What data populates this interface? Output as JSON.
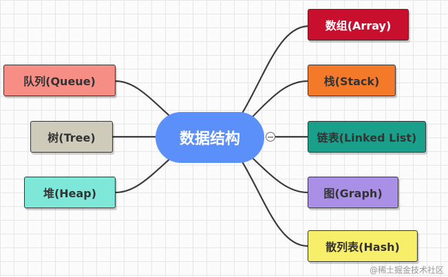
{
  "center": {
    "label": "数据结构",
    "color": "#5b8ff9"
  },
  "nodes": [
    {
      "label": "数组(Array)",
      "bg": "#c8102e",
      "fg": "#ffffff"
    },
    {
      "label": "栈(Stack)",
      "bg": "#f47a2a",
      "fg": "#333333"
    },
    {
      "label": "链表(Linked List)",
      "bg": "#1aa08a",
      "fg": "#333333"
    },
    {
      "label": "图(Graph)",
      "bg": "#a98fe6",
      "fg": "#333333"
    },
    {
      "label": "散列表(Hash)",
      "bg": "#f7ee6a",
      "fg": "#333333"
    },
    {
      "label": "队列(Queue)",
      "bg": "#f78e86",
      "fg": "#333333"
    },
    {
      "label": "树(Tree)",
      "bg": "#cfcbbb",
      "fg": "#333333"
    },
    {
      "label": "堆(Heap)",
      "bg": "#7fe7d8",
      "fg": "#333333"
    }
  ],
  "line_color": "#3b3b3b",
  "watermark": "@稀土掘金技术社区"
}
